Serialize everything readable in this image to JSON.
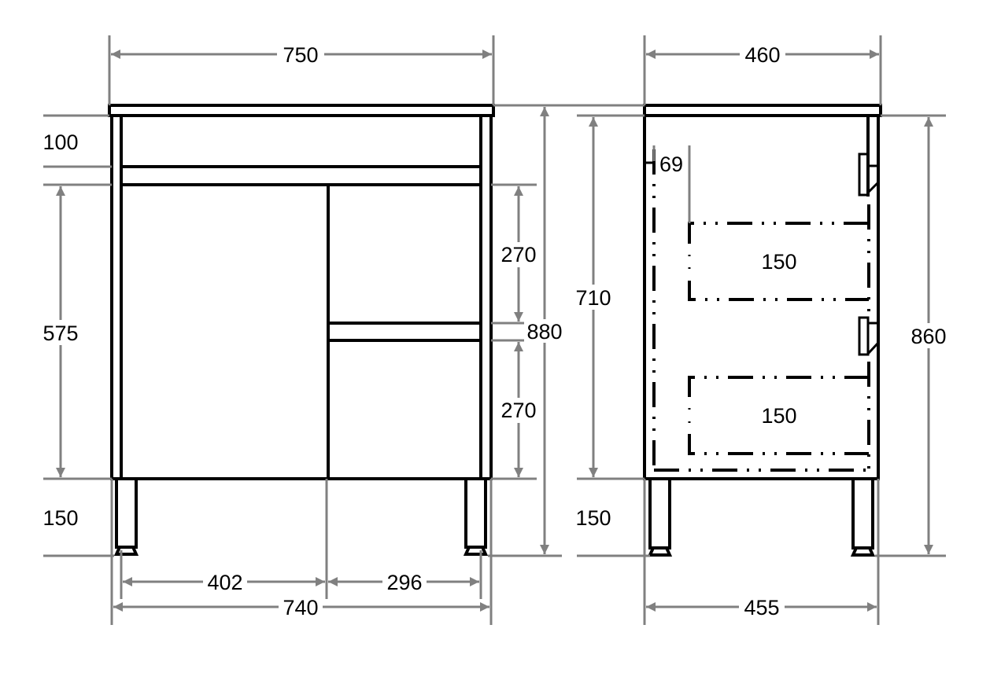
{
  "diagram": {
    "type": "technical-dimension-drawing",
    "subject": "floor-standing vanity cabinet",
    "units": "mm",
    "colors": {
      "object_line": "#000000",
      "dimension_line": "#808080",
      "background": "#ffffff"
    },
    "front_view": {
      "overall_width": "750",
      "body_width": "740",
      "door_width": "402",
      "drawer_width": "296",
      "top_rail_height": "100",
      "door_height": "575",
      "drawer_top_height": "270",
      "drawer_bottom_height": "270",
      "overall_height": "880",
      "leg_height": "150"
    },
    "side_view": {
      "overall_depth": "460",
      "body_depth": "455",
      "body_height": "710",
      "overall_height": "860",
      "leg_height": "150",
      "drawer_offset": "69",
      "drawer_upper_depth": "150",
      "drawer_lower_depth": "150"
    }
  }
}
